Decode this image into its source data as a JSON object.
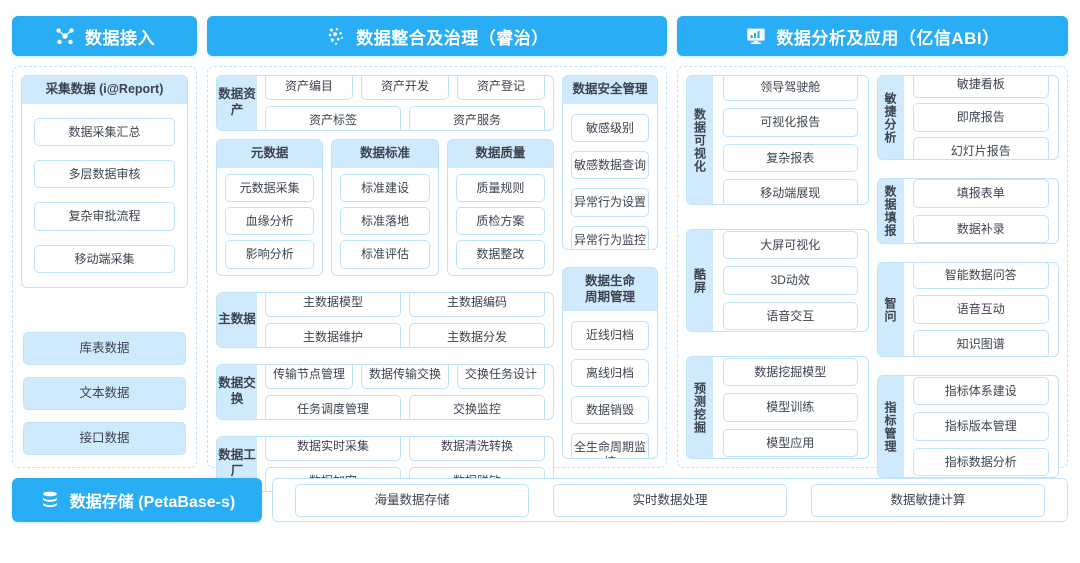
{
  "headers": [
    {
      "label": "数据接入",
      "icon": "nodes-network-icon"
    },
    {
      "label": "数据整合及治理（睿治）",
      "icon": "data-dots-icon"
    },
    {
      "label": "数据分析及应用（亿信ABI）",
      "icon": "monitor-chart-icon"
    }
  ],
  "colors": {
    "accent": "#29ADF5",
    "fill": "#cfeafc",
    "border": "#bfe3fa",
    "text": "#3d4450"
  },
  "ingest": {
    "collect_card": {
      "title": "采集数据 (i@Report)",
      "items": [
        "数据采集汇总",
        "多层数据审核",
        "复杂审批流程",
        "移动端采集"
      ]
    },
    "sources": [
      "库表数据",
      "文本数据",
      "接口数据"
    ]
  },
  "governance": {
    "asset": {
      "label": "数据资产",
      "row1": [
        "资产编目",
        "资产开发",
        "资产登记"
      ],
      "row2": [
        "资产标签",
        "资产服务"
      ]
    },
    "triple": [
      {
        "title": "元数据",
        "items": [
          "元数据采集",
          "血缘分析",
          "影响分析"
        ]
      },
      {
        "title": "数据标准",
        "items": [
          "标准建设",
          "标准落地",
          "标准评估"
        ]
      },
      {
        "title": "数据质量",
        "items": [
          "质量规则",
          "质检方案",
          "数据整改"
        ]
      }
    ],
    "master": {
      "label": "主数据",
      "row1": [
        "主数据模型",
        "主数据编码"
      ],
      "row2": [
        "主数据维护",
        "主数据分发"
      ]
    },
    "exchange": {
      "label": "数据交换",
      "row1": [
        "传输节点管理",
        "数据传输交换",
        "交换任务设计"
      ],
      "row2": [
        "任务调度管理",
        "交换监控"
      ]
    },
    "factory": {
      "label": "数据工厂",
      "row1": [
        "数据实时采集",
        "数据清洗转换"
      ],
      "row2": [
        "数据加密",
        "数据脱敏"
      ]
    },
    "security": {
      "title": "数据安全管理",
      "items": [
        "敏感级别",
        "敏感数据查询",
        "异常行为设置",
        "异常行为监控"
      ]
    },
    "lifecycle": {
      "title": "数据生命\n周期管理",
      "title_line1": "数据生命",
      "title_line2": "周期管理",
      "items": [
        "近线归档",
        "离线归档",
        "数据销毁",
        "全生命周期监控"
      ]
    }
  },
  "analytics": {
    "left": [
      {
        "label": "数据可视化",
        "items": [
          "领导驾驶舱",
          "可视化报告",
          "复杂报表",
          "移动端展现"
        ]
      },
      {
        "label": "酷屏",
        "items": [
          "大屏可视化",
          "3D动效",
          "语音交互"
        ]
      },
      {
        "label": "预测挖掘",
        "items": [
          "数据挖掘模型",
          "模型训练",
          "模型应用"
        ]
      }
    ],
    "right": [
      {
        "label": "敏捷分析",
        "items": [
          "敏捷看板",
          "即席报告",
          "幻灯片报告"
        ]
      },
      {
        "label": "数据填报",
        "items": [
          "填报表单",
          "数据补录"
        ]
      },
      {
        "label": "智问",
        "items": [
          "智能数据问答",
          "语音互动",
          "知识图谱"
        ]
      },
      {
        "label": "指标管理",
        "items": [
          "指标体系建设",
          "指标版本管理",
          "指标数据分析"
        ]
      }
    ]
  },
  "storage": {
    "header": {
      "label": "数据存储 (PetaBase-s)",
      "icon": "database-icon"
    },
    "items": [
      "海量数据存储",
      "实时数据处理",
      "数据敏捷计算"
    ]
  }
}
